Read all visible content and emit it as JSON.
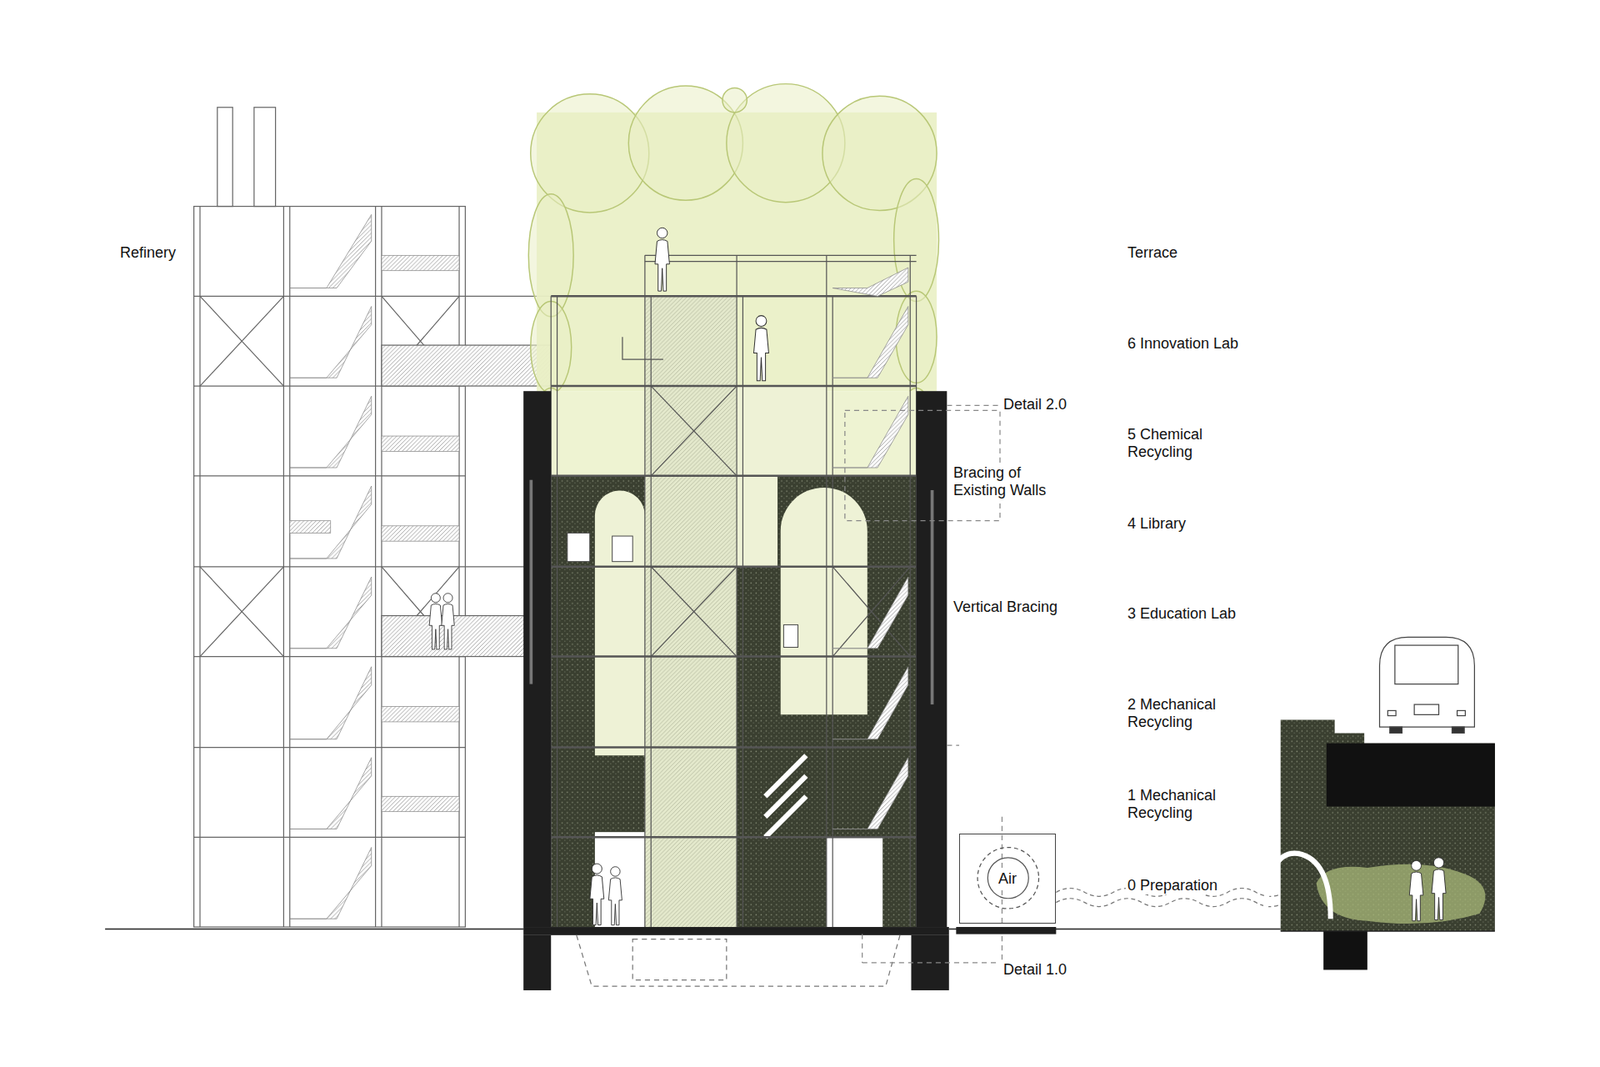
{
  "diagram": {
    "nodes": [
      {
        "text": [
          "Air"
        ]
      }
    ],
    "labels": [
      "Refinery",
      "Terrace",
      "6 Innovation Lab",
      "Detail 2.0",
      "5 Chemical Recycling",
      "Bracing of Existing Walls",
      "4 Library",
      "Vertical Bracing",
      "3 Education Lab",
      "2 Mechanical Recycling",
      "1 Mechanical Recycling",
      "0 Preparation",
      "Detail 1.0"
    ]
  }
}
